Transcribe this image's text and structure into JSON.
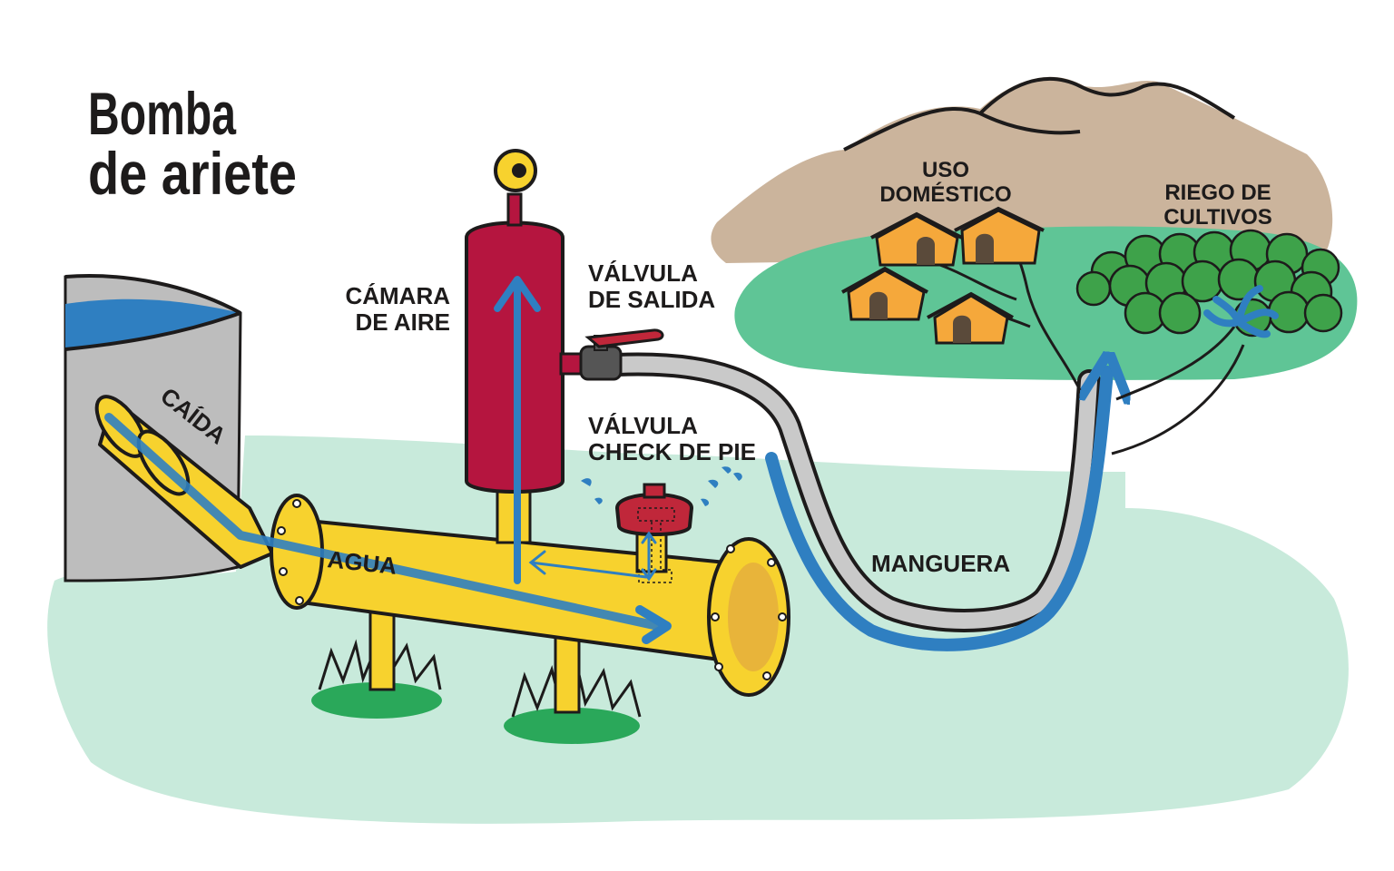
{
  "title": {
    "line1": "Bomba",
    "line2": "de ariete"
  },
  "labels": {
    "caida": "CAÍDA",
    "agua": "AGUA",
    "camara_line1": "CÁMARA",
    "camara_line2": "DE AIRE",
    "valvula_salida_line1": "VÁLVULA",
    "valvula_salida_line2": "DE SALIDA",
    "valvula_check_line1": "VÁLVULA",
    "valvula_check_line2": "CHECK DE PIE",
    "manguera": "MANGUERA",
    "uso_line1": "USO",
    "uso_line2": "DOMÉSTICO",
    "riego_line1": "RIEGO DE",
    "riego_line2": "CULTIVOS"
  },
  "colors": {
    "ground": "#c8eadb",
    "hill": "#5fc596",
    "mountain": "#cbb49c",
    "water": "#2f7fc1",
    "pipe": "#f7d22e",
    "chamber": "#b5153f",
    "valve": "#c0273a",
    "house": "#f5a83b",
    "crops": "#3ea24a",
    "grass": "#2aa85a",
    "tank": "#bdbdbd",
    "outline": "#1d1b1b"
  }
}
